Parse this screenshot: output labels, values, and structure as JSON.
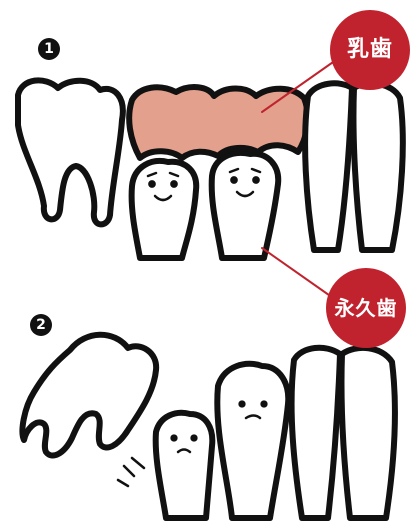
{
  "steps": {
    "step1": "1",
    "step2": "2"
  },
  "labels": {
    "baby_teeth": "乳歯",
    "permanent_teeth": "永久歯"
  },
  "colors": {
    "badge": "#c0232e",
    "baby_tooth_fill": "#e3a08c",
    "outline": "#111111",
    "marker": "#111111"
  },
  "icons": {
    "baby_teeth": "baby-teeth-illustration",
    "permanent_teeth": "permanent-teeth-illustration",
    "molar": "molar-tooth-illustration"
  }
}
